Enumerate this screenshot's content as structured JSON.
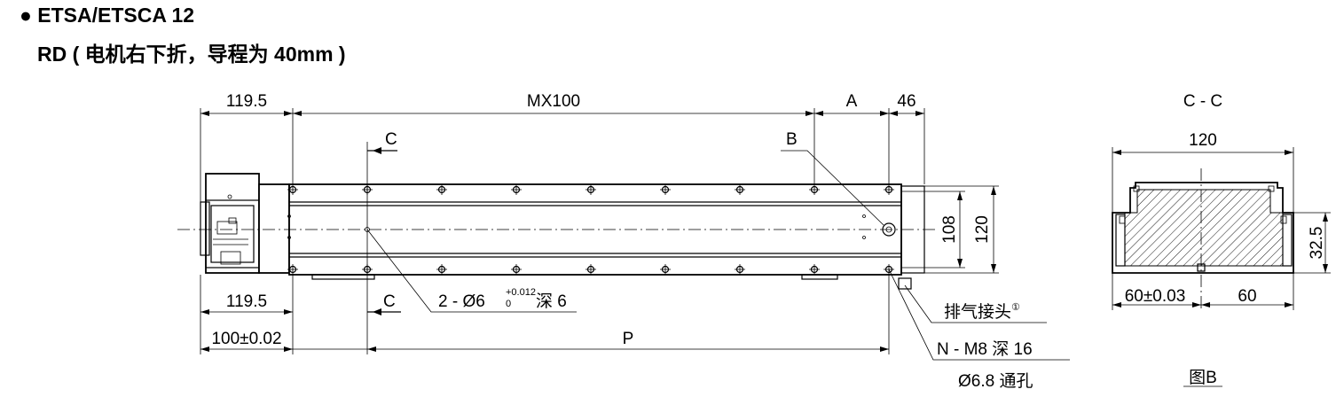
{
  "header": {
    "model": "● ETSA/ETSCA 12",
    "variant": "RD ( 电机右下折，导程为 40mm )"
  },
  "front_view": {
    "dim_top_left": "119.5",
    "dim_top_mid": "MX100",
    "dim_top_a": "A",
    "dim_top_right": "46",
    "dim_height_inner": "108",
    "dim_height_outer": "120",
    "dim_bottom_left": "119.5",
    "dim_bottom_offset": "100±0.02",
    "dim_bottom_p": "P",
    "section_mark_top": "C",
    "section_mark_bottom": "C",
    "detail_mark": "B",
    "pin_hole_callout_prefix": "2 - Ø6",
    "pin_hole_tol_upper": "+0.012",
    "pin_hole_tol_lower": "0",
    "pin_hole_depth": "深 6",
    "exhaust_label": "排气接头",
    "exhaust_note": "①",
    "thread_callout": "N - M8 深 16",
    "through_hole_callout": "Ø6.8 通孔"
  },
  "section_view": {
    "title": "C - C",
    "dim_width": "120",
    "dim_left": "60±0.03",
    "dim_right": "60",
    "dim_height": "32.5",
    "figure_label": "图B"
  }
}
